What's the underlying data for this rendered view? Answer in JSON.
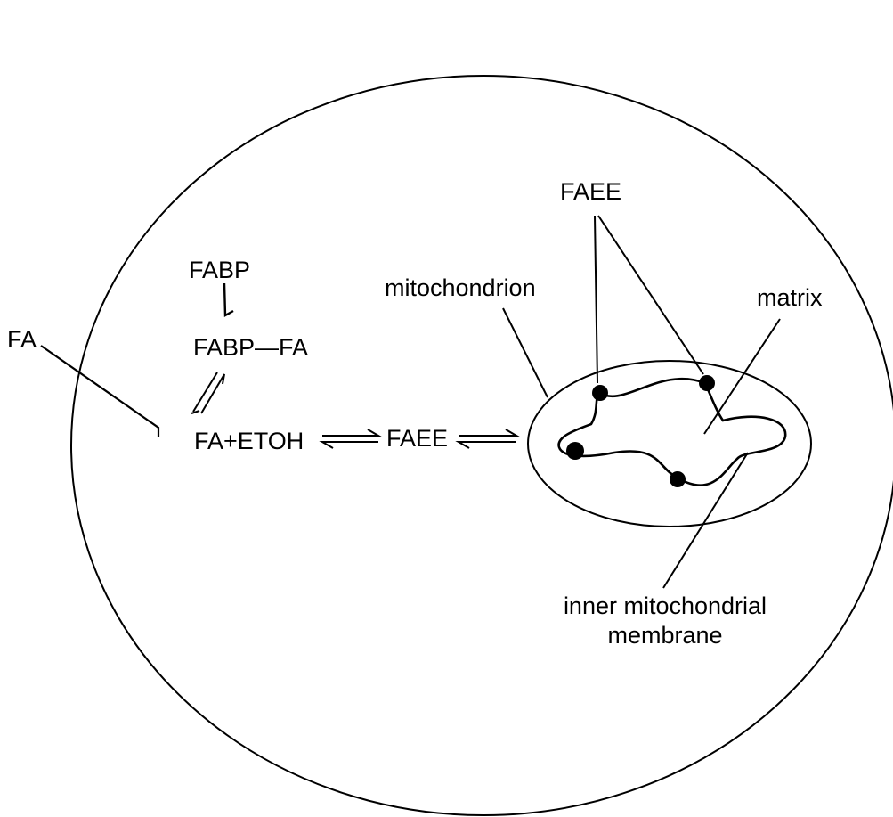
{
  "labels": {
    "fa_outside": "FA",
    "fabp": "FABP",
    "fabp_fa": "FABP—FA",
    "fa_etoh": "FA+ETOH",
    "faee_cytosol": "FAEE",
    "faee_mito": "FAEE",
    "mitochondrion": "mitochondrion",
    "matrix": "matrix",
    "inner_membrane_line1": "inner mitochondrial",
    "inner_membrane_line2": "membrane"
  },
  "colors": {
    "stroke": "#000000",
    "background": "#ffffff"
  }
}
